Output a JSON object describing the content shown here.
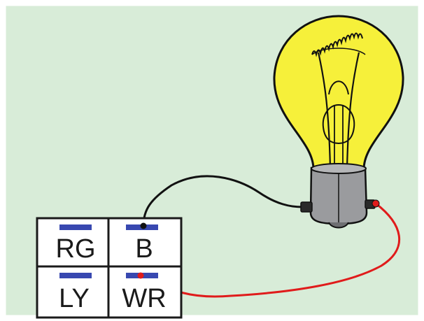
{
  "colors": {
    "panel_background": "#d8ecd8",
    "panel_border": "#ffffff",
    "bulb_glass": "#f6f03a",
    "bulb_outline": "#111111",
    "bulb_base": "#9a9b9e",
    "bulb_base_dark": "#6e6f72",
    "terminal_block_fill": "#ffffff",
    "terminal_block_border": "#1a1a1a",
    "terminal_marker": "#3848b0",
    "wire_black": "#111111",
    "wire_red": "#e01b1b",
    "contact_red": "#e01b1b"
  },
  "terminals": [
    {
      "id": "rg",
      "label": "RG"
    },
    {
      "id": "b",
      "label": "B"
    },
    {
      "id": "ly",
      "label": "LY"
    },
    {
      "id": "wr",
      "label": "WR"
    }
  ],
  "wires": [
    {
      "id": "black-wire",
      "from": "B",
      "to": "bulb-side-contact",
      "color": "black"
    },
    {
      "id": "red-wire",
      "from": "WR",
      "to": "bulb-base-contact",
      "color": "red"
    }
  ],
  "components": {
    "bulb": {
      "icon": "light-bulb-icon"
    },
    "terminal_block": {
      "icon": "terminal-block"
    }
  }
}
